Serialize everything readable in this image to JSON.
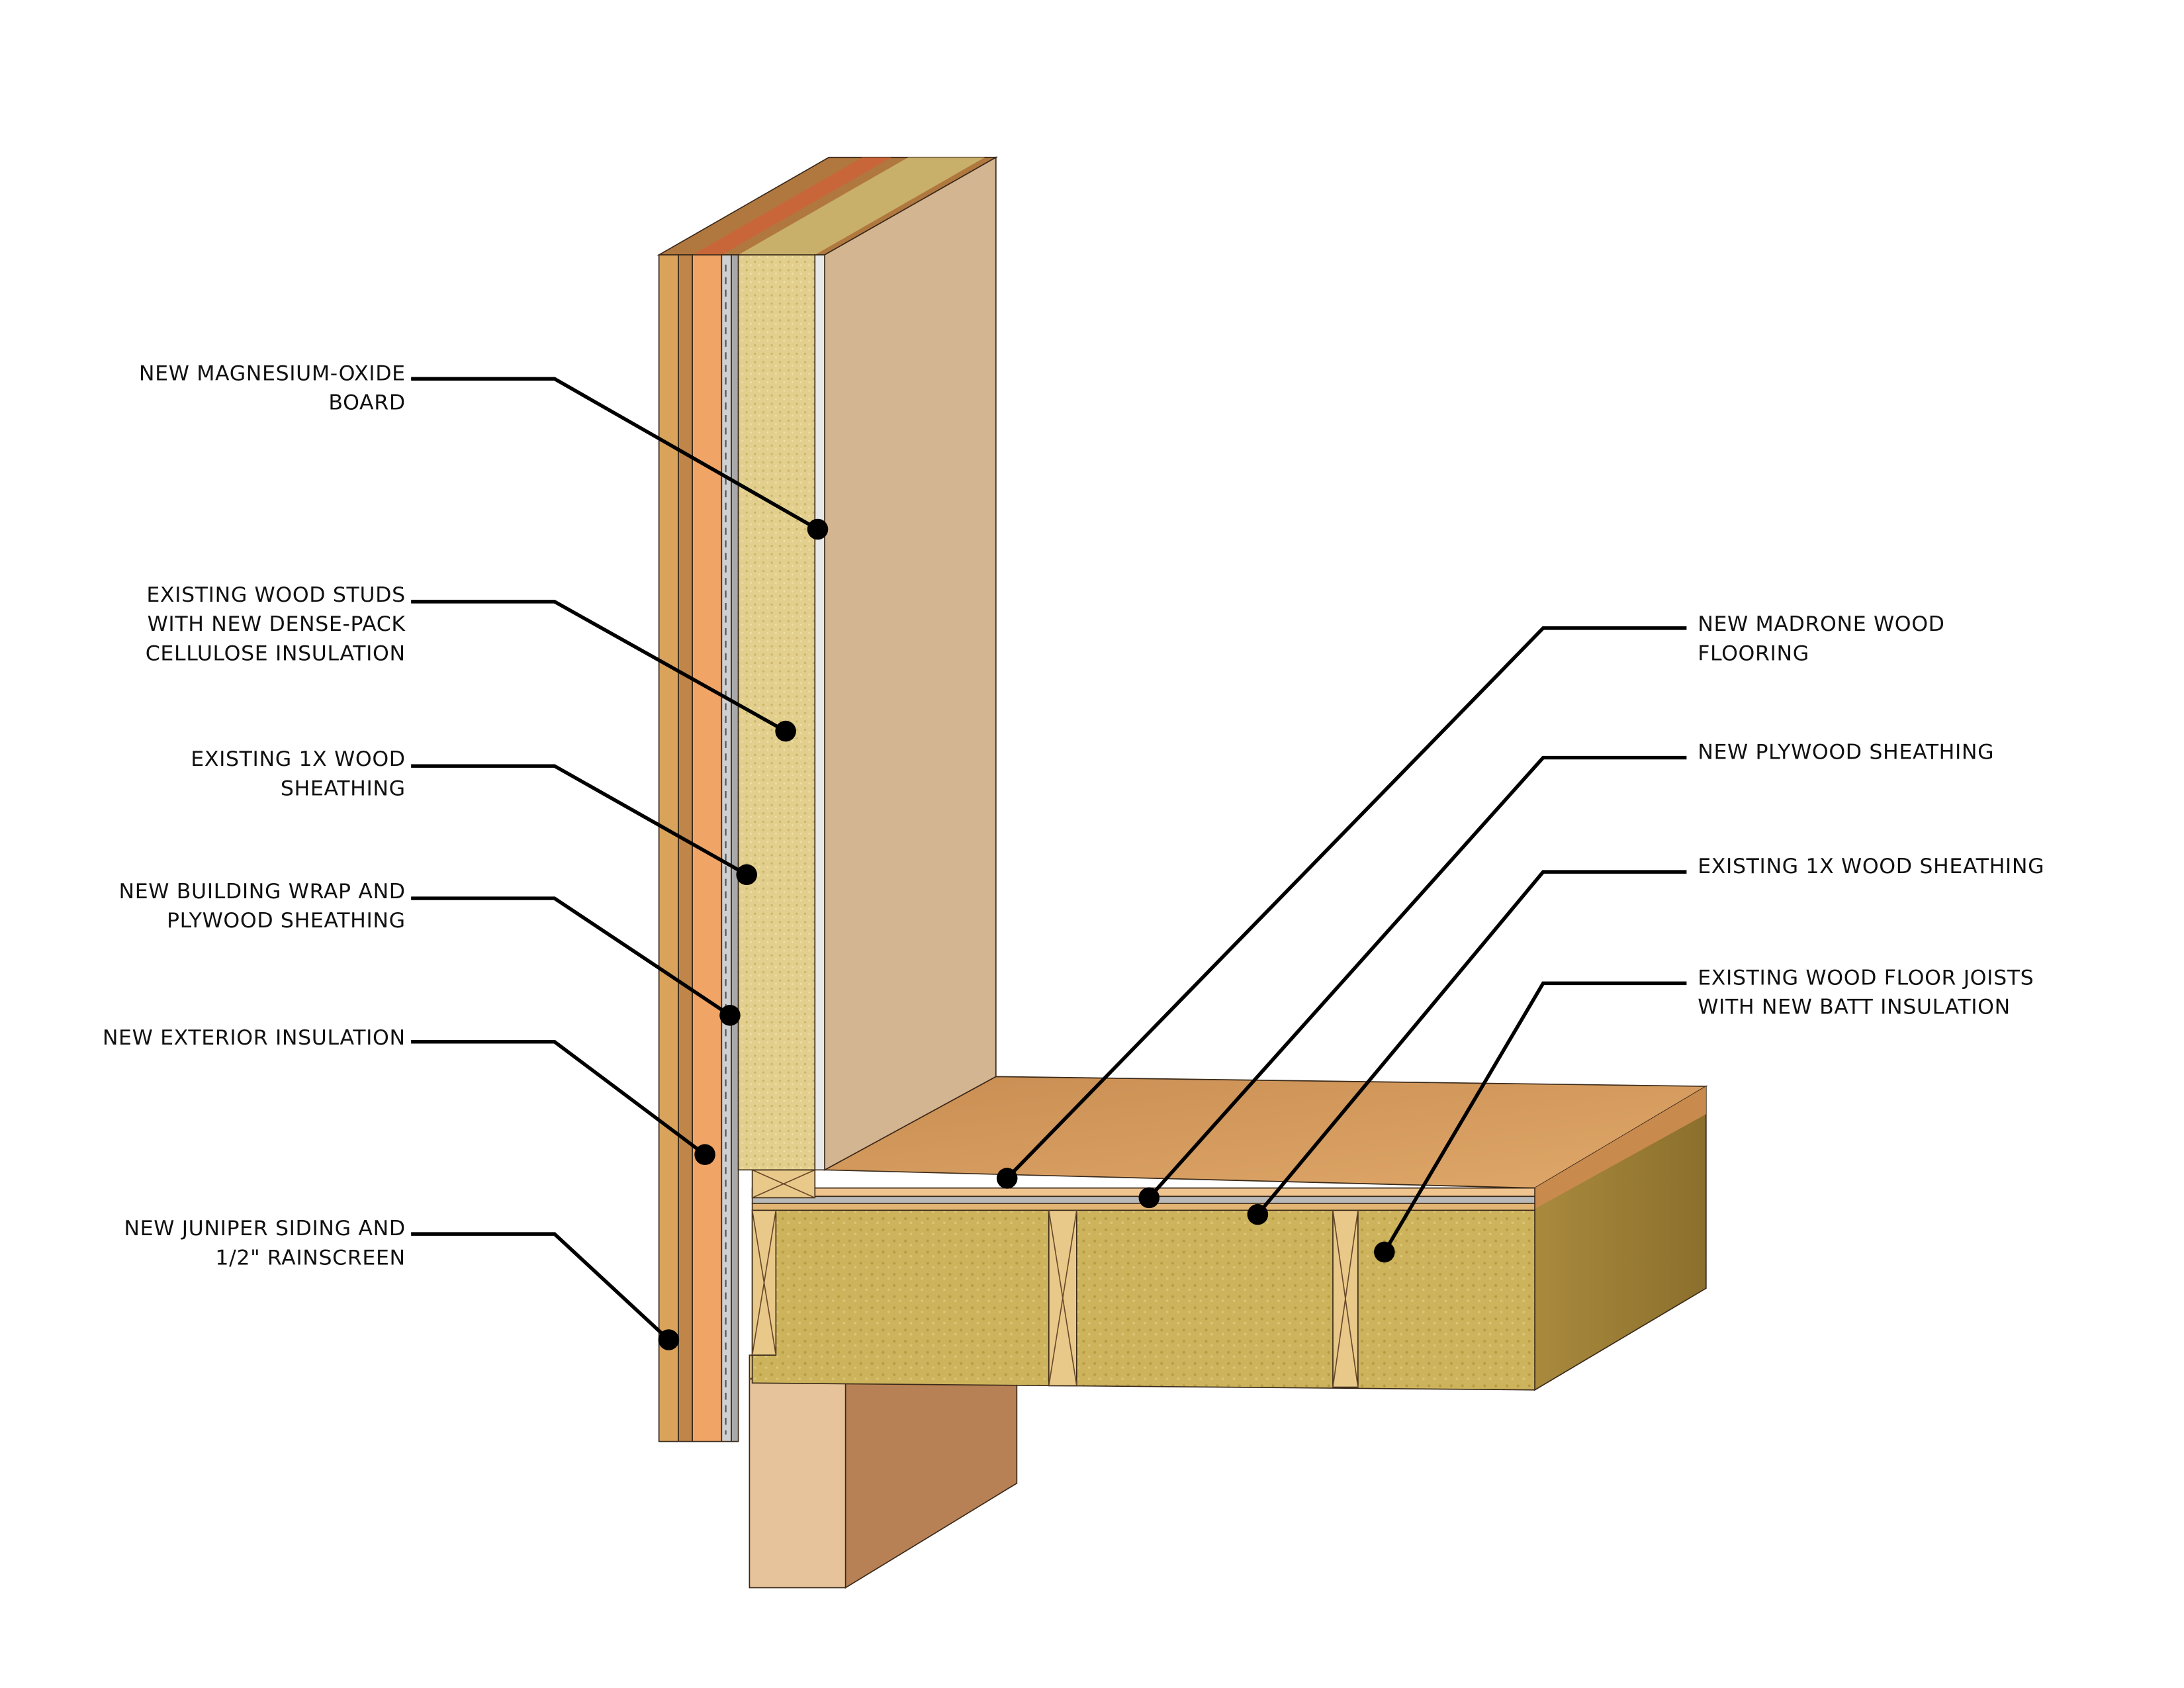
{
  "colors": {
    "siding": "#d9a35c",
    "exterior_insulation": "#f0a567",
    "building_wrap": "#b9b9b9",
    "cellulose": "#e3cf8d",
    "mgo_board": "#e8e8e8",
    "interior_face": "#d4b591",
    "floor_top": "#d89a5a",
    "batt_insulation": "#cdb35c",
    "joist": "#e9c98a",
    "foundation_front": "#e7c39b",
    "foundation_side": "#b88155"
  },
  "wall_labels": [
    {
      "lines": [
        "NEW MAGNESIUM-OXIDE",
        "BOARD"
      ]
    },
    {
      "lines": [
        "EXISTING WOOD STUDS",
        "WITH NEW DENSE-PACK",
        "CELLULOSE INSULATION"
      ]
    },
    {
      "lines": [
        "EXISTING 1X WOOD",
        "SHEATHING"
      ]
    },
    {
      "lines": [
        "NEW BUILDING WRAP AND",
        "PLYWOOD SHEATHING"
      ]
    },
    {
      "lines": [
        "NEW EXTERIOR INSULATION"
      ]
    },
    {
      "lines": [
        "NEW JUNIPER SIDING AND",
        "1/2\" RAINSCREEN"
      ]
    }
  ],
  "floor_labels": [
    {
      "lines": [
        "NEW MADRONE WOOD",
        "FLOORING"
      ]
    },
    {
      "lines": [
        "NEW PLYWOOD SHEATHING"
      ]
    },
    {
      "lines": [
        "EXISTING 1X WOOD SHEATHING"
      ]
    },
    {
      "lines": [
        "EXISTING WOOD FLOOR JOISTS",
        "WITH NEW BATT INSULATION"
      ]
    }
  ]
}
